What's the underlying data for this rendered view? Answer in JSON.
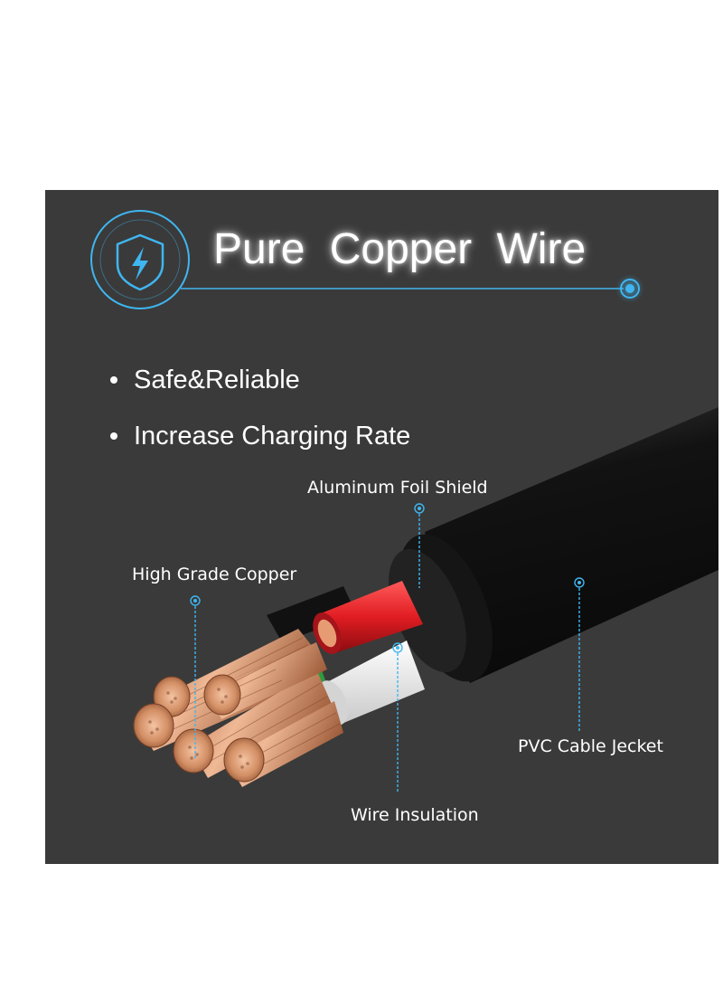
{
  "title": "Pure  Copper  Wire",
  "bullets": [
    "Safe&Reliable",
    "Increase Charging Rate"
  ],
  "labels": {
    "aluminum_foil_shield": "Aluminum Foil Shield",
    "high_grade_copper": "High Grade Copper",
    "pvc_cable_jacket": "PVC Cable Jecket",
    "wire_insulation": "Wire Insulation"
  },
  "colors": {
    "panel": "#3a3a3a",
    "accent": "#3fb6f0",
    "copper": "#d9926a",
    "red_insulation": "#e21e22",
    "white_insulation": "#f2f2f2",
    "green_insulation": "#2f9a3a",
    "cable_jacket": "#111111"
  },
  "icons": [
    "shield-lightning-icon",
    "bullet-dot-icon"
  ]
}
